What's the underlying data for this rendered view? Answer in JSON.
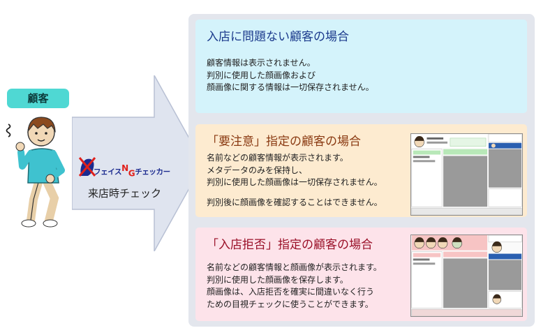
{
  "customer": {
    "label": "顧客"
  },
  "logo": {
    "part1": "フェイス",
    "n": "N",
    "g": "G",
    "part2": "チェッカー"
  },
  "check": {
    "label": "来店時チェック"
  },
  "cards": {
    "ok": {
      "title": "入店に問題ない顧客の場合",
      "lines": [
        "顧客情報は表示されません。",
        "判別に使用した顔画像および",
        "顔画像に関する情報は一切保存されません。"
      ]
    },
    "caution": {
      "title": "「要注意」指定の顧客の場合",
      "lines": [
        "名前などの顧客情報が表示されます。",
        "メタデータのみを保持し、",
        "判別に使用した顔画像は一切保存されません。",
        "判別後に顔画像を確認することはできません。"
      ]
    },
    "refuse": {
      "title": "「入店拒否」指定の顧客の場合",
      "lines": [
        "名前などの顧客情報と顔画像が表示されます。",
        "判別に使用した顔画像を保存します。",
        "顔画像は、入店拒否を確実に間違いなく行う",
        "ための目視チェックに使うことができます。"
      ]
    }
  },
  "colors": {
    "customer_badge": "#4fd8d3",
    "arrow_fill": "#dfe4ef",
    "card_ok": "#d4f3fb",
    "card_caution": "#fdebd0",
    "card_refuse": "#fde3ea",
    "shot_caution_header": "#b8e8b8",
    "shot_refuse_header": "#f7c4c4"
  }
}
